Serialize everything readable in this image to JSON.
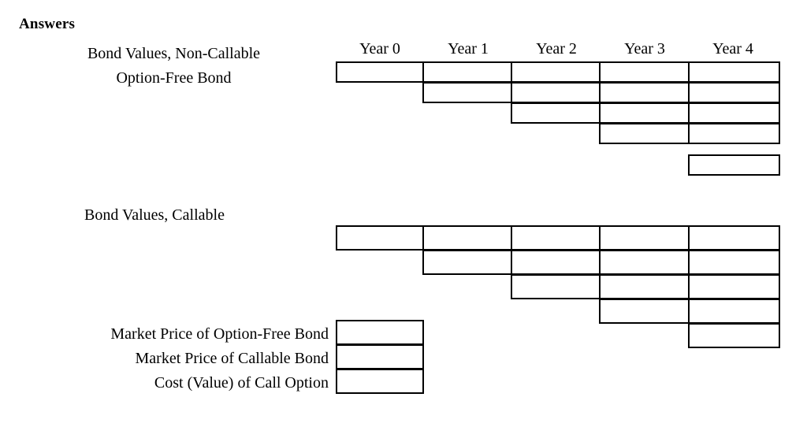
{
  "page": {
    "title": "Answers",
    "background": "#ffffff",
    "ink": "#000000"
  },
  "headers": {
    "years": [
      "Year 0",
      "Year 1",
      "Year 2",
      "Year 3",
      "Year 4"
    ]
  },
  "sections": [
    {
      "id": "non-callable",
      "label_line_1": "Bond Values, Non-Callable",
      "label_line_2": "Option-Free Bond",
      "lattice": {
        "columns": 5,
        "rows": 5,
        "cells_per_column": [
          1,
          2,
          3,
          4,
          5
        ],
        "values": [
          [
            "",
            "",
            "",
            "",
            ""
          ],
          [
            "",
            "",
            "",
            ""
          ],
          [
            "",
            "",
            ""
          ],
          [
            "",
            ""
          ],
          [
            ""
          ]
        ]
      }
    },
    {
      "id": "callable",
      "label_line_1": "Bond Values, Callable",
      "label_line_2": "",
      "lattice": {
        "columns": 5,
        "rows": 5,
        "cells_per_column": [
          1,
          2,
          3,
          4,
          5
        ],
        "values": [
          [
            "",
            "",
            "",
            "",
            ""
          ],
          [
            "",
            "",
            "",
            ""
          ],
          [
            "",
            "",
            ""
          ],
          [
            "",
            ""
          ],
          [
            ""
          ]
        ]
      }
    }
  ],
  "summary": {
    "rows": [
      {
        "label": "Market Price of Option-Free Bond",
        "value": ""
      },
      {
        "label": "Market Price of Callable Bond",
        "value": ""
      },
      {
        "label": "Cost (Value) of Call Option",
        "value": ""
      }
    ]
  }
}
